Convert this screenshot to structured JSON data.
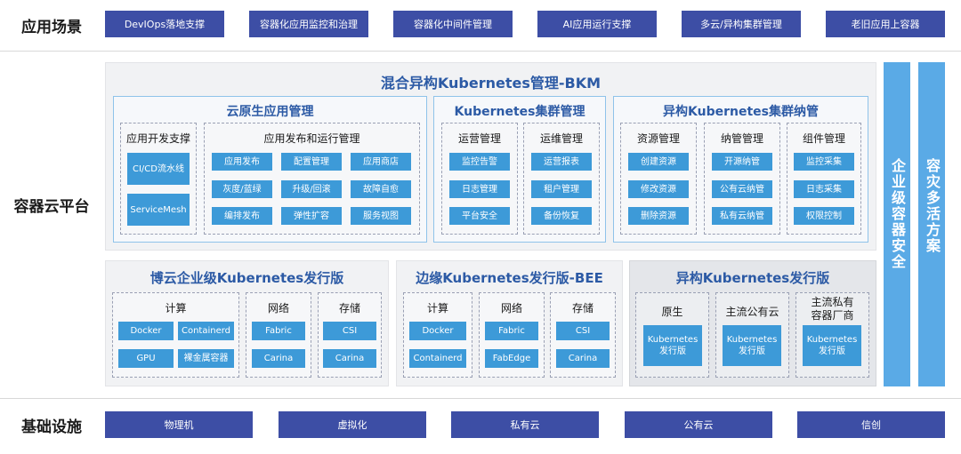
{
  "app_scenarios": {
    "label": "应用场景",
    "items": [
      "DevIOps落地支撑",
      "容器化应用监控和治理",
      "容器化中间件管理",
      "AI应用运行支撑",
      "多云/异构集群管理",
      "老旧应用上容器"
    ]
  },
  "container_platform": {
    "label": "容器云平台",
    "bkm": {
      "title": "混合异构Kubernetes管理-BKM",
      "cloud_native": {
        "title": "云原生应用管理",
        "dev_support": {
          "title": "应用开发支撑",
          "items": [
            "CI/CD流水线",
            "ServiceMesh"
          ]
        },
        "release_mgmt": {
          "title": "应用发布和运行管理",
          "items": [
            "应用发布",
            "配置管理",
            "应用商店",
            "灰度/蓝绿",
            "升级/回滚",
            "故障自愈",
            "编排发布",
            "弹性扩容",
            "服务视图"
          ]
        }
      },
      "k8s_cluster": {
        "title": "Kubernetes集群管理",
        "ops": {
          "title": "运营管理",
          "items": [
            "监控告警",
            "日志管理",
            "平台安全"
          ]
        },
        "maint": {
          "title": "运维管理",
          "items": [
            "运营报表",
            "租户管理",
            "备份恢复"
          ]
        }
      },
      "hetero": {
        "title": "异构Kubernetes集群纳管",
        "resource": {
          "title": "资源管理",
          "items": [
            "创建资源",
            "修改资源",
            "删除资源"
          ]
        },
        "accept": {
          "title": "纳管管理",
          "items": [
            "开源纳管",
            "公有云纳管",
            "私有云纳管"
          ]
        },
        "component": {
          "title": "组件管理",
          "items": [
            "监控采集",
            "日志采集",
            "权限控制"
          ]
        }
      }
    },
    "bocloud": {
      "title": "博云企业级Kubernetes发行版",
      "compute": {
        "title": "计算",
        "items": [
          "Docker",
          "Containerd",
          "GPU",
          "裸金属容器"
        ]
      },
      "network": {
        "title": "网络",
        "items": [
          "Fabric",
          "Carina"
        ]
      },
      "storage": {
        "title": "存储",
        "items": [
          "CSI",
          "Carina"
        ]
      }
    },
    "edge": {
      "title": "边缘Kubernetes发行版-BEE",
      "compute": {
        "title": "计算",
        "items": [
          "Docker",
          "Containerd"
        ]
      },
      "network": {
        "title": "网络",
        "items": [
          "Fabric",
          "FabEdge"
        ]
      },
      "storage": {
        "title": "存储",
        "items": [
          "CSI",
          "Carina"
        ]
      }
    },
    "hetero_dist": {
      "title": "异构Kubernetes发行版",
      "native": {
        "title": "原生",
        "item": "Kubernetes\n发行版"
      },
      "public": {
        "title": "主流公有云",
        "item": "Kubernetes\n发行版"
      },
      "private": {
        "title": "主流私有\n容器厂商",
        "item": "Kubernetes\n发行版"
      }
    },
    "security_bar": "企业级容器安全",
    "disaster_bar": "容灾多活方案"
  },
  "infrastructure": {
    "label": "基础设施",
    "items": [
      "物理机",
      "虚拟化",
      "私有云",
      "公有云",
      "信创"
    ]
  },
  "colors": {
    "navy": "#3d4ea5",
    "chip_blue": "#3d9ad8",
    "side_bar": "#5aaae6",
    "title_blue": "#2c5aa5"
  }
}
